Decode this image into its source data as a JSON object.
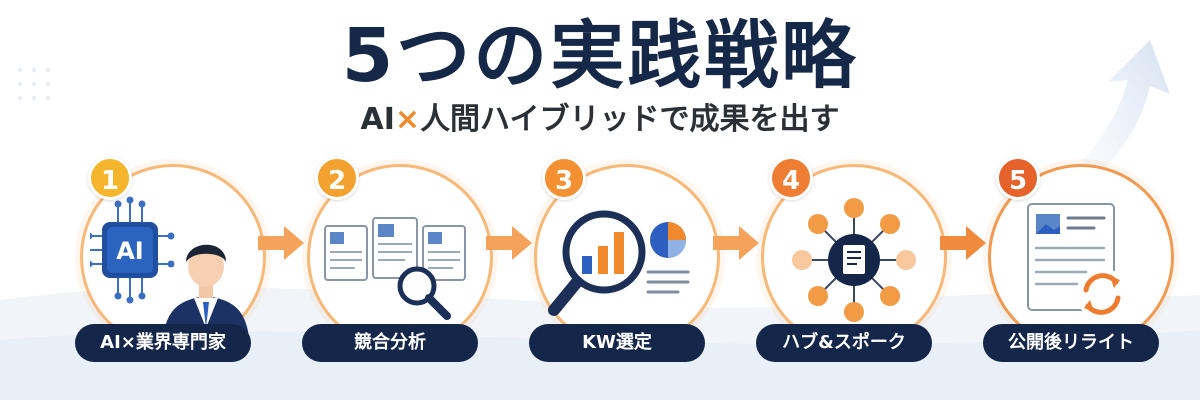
{
  "title": "5つの実践戦略",
  "subtitle": {
    "part1": "AI",
    "times": "×",
    "part2": "人間ハイブリッドで成果を出す"
  },
  "colors": {
    "navy": "#14264a",
    "orange": "#f08a2c",
    "badge_gradient": [
      "#f5b62e",
      "#f3a12f",
      "#f39032",
      "#ef7d34",
      "#e6622b"
    ]
  },
  "steps": [
    {
      "number": "1",
      "label": "AI×業界専門家",
      "icon": "ai-chip-and-expert-icon",
      "chip_text": "AI"
    },
    {
      "number": "2",
      "label": "競合分析",
      "icon": "competitor-documents-magnifier-icon"
    },
    {
      "number": "3",
      "label": "KW選定",
      "icon": "keyword-analysis-magnifier-chart-icon"
    },
    {
      "number": "4",
      "label": "ハブ&スポーク",
      "icon": "hub-and-spoke-network-icon"
    },
    {
      "number": "5",
      "label": "公開後リライト",
      "icon": "rewrite-document-refresh-icon"
    }
  ]
}
